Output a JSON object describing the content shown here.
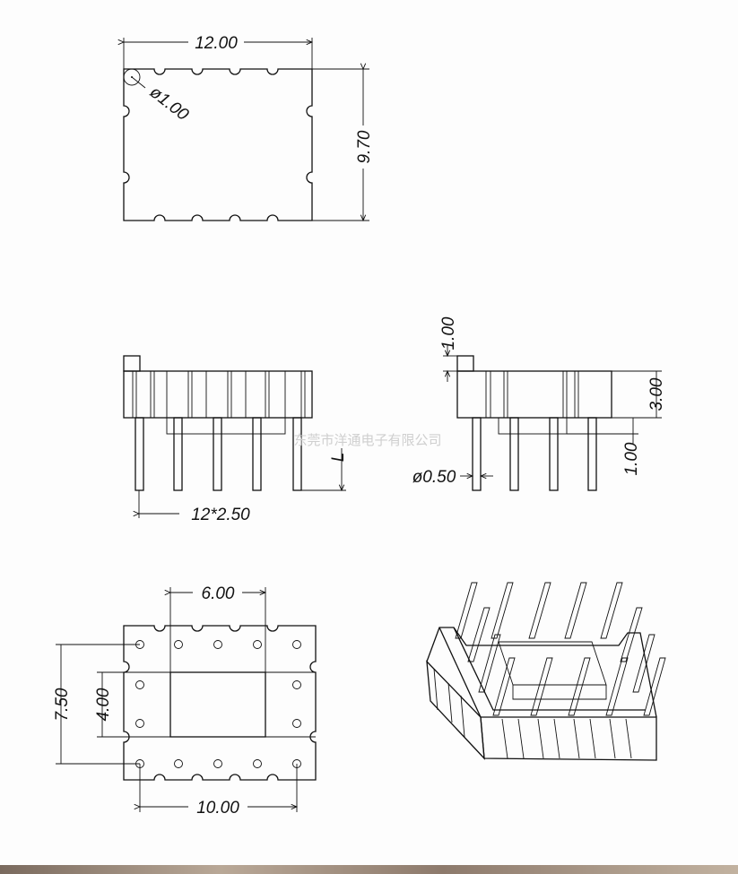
{
  "top_view": {
    "width_label": "12.00",
    "height_label": "9.70",
    "hole_label": "ø1.00"
  },
  "side_view": {
    "pitch_label": "12*2.50",
    "pin_length_label": "L"
  },
  "end_view": {
    "tab_label": "1.00",
    "height_label": "3.00",
    "standoff_label": "1.00",
    "pin_dia_label": "ø0.50"
  },
  "bottom_view": {
    "window_width_label": "6.00",
    "window_height_label": "4.00",
    "row_span_label": "7.50",
    "pin_span_label": "10.00"
  },
  "watermark": "东莞市洋通电子有限公司"
}
